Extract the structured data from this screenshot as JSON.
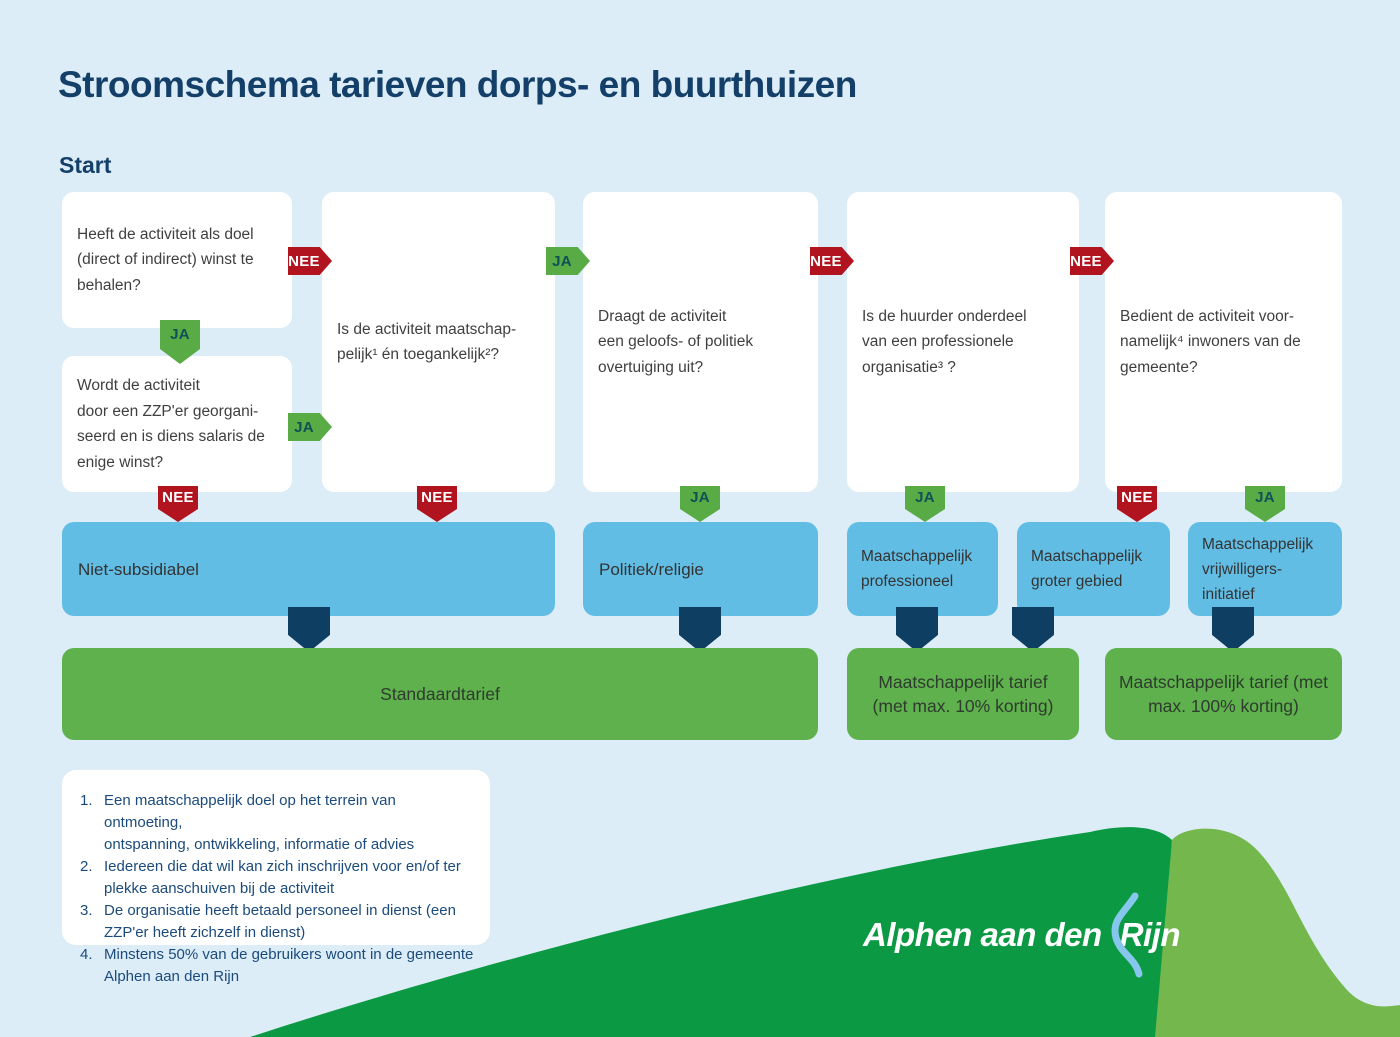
{
  "title": "Stroomschema tarieven dorps- en buurthuizen",
  "start_label": "Start",
  "arrow_labels": {
    "ja": "JA",
    "nee": "NEE"
  },
  "questions": {
    "q1": "Heeft de activiteit als doel\n(direct of indirect) winst te\nbehalen?",
    "q1b": "Wordt de activiteit\ndoor een ZZP'er georgani-\nseerd en is diens salaris de\nenige winst?",
    "q2": "Is de activiteit maatschap-\npelijk¹ én toegankelijk²?",
    "q3": "Draagt de activiteit\neen geloofs- of politiek\novertuiging uit?",
    "q4": "Is de huurder onderdeel\nvan een professionele\norganisatie³ ?",
    "q5": "Bedient de activiteit voor-\nnamelijk⁴ inwoners van de\ngemeente?"
  },
  "categories": {
    "niet_subsidiabel": "Niet-subsidiabel",
    "politiek_religie": "Politiek/religie",
    "maatschappelijk_professioneel": "Maatschappelijk\nprofessioneel",
    "maatschappelijk_groter_gebied": "Maatschappelijk\ngroter gebied",
    "maatschappelijk_vrijwilligersinitiatief": "Maatschappelijk\nvrijwilligers-\ninitiatief"
  },
  "tariffs": {
    "standaard": "Standaardtarief",
    "korting10": "Maatschappelijk tarief\n(met max. 10% korting)",
    "korting100": "Maatschappelijk tarief (met\nmax. 100% korting)"
  },
  "footnotes": [
    {
      "num": "1.",
      "text": "Een maatschappelijk doel op het terrein van ontmoeting,\nontspanning, ontwikkeling, informatie of advies"
    },
    {
      "num": "2.",
      "text": "Iedereen die dat wil kan zich inschrijven voor en/of ter\nplekke aanschuiven bij de activiteit"
    },
    {
      "num": "3.",
      "text": "De organisatie heeft betaald personeel in dienst (een\nZZP'er heeft zichzelf in dienst)"
    },
    {
      "num": "4.",
      "text": "Minstens 50% van de gebruikers woont in de gemeente\nAlphen aan den Rijn"
    }
  ],
  "logo": {
    "prefix": "Alphen aan den",
    "rijn": "Rijn"
  },
  "colors": {
    "background": "#ddedf8",
    "box_white": "#ffffff",
    "box_blue": "#62bde4",
    "box_green": "#5eb14c",
    "arrow_ja_green": "#58ab45",
    "arrow_nee_red": "#b2141f",
    "arrow_navy": "#0e3e61",
    "title_navy": "#133f68",
    "footnote_blue": "#1b4b7c",
    "wave_dark_green": "#0b9a43",
    "wave_light_green": "#74b84d",
    "river_blue": "#87c7ed"
  }
}
